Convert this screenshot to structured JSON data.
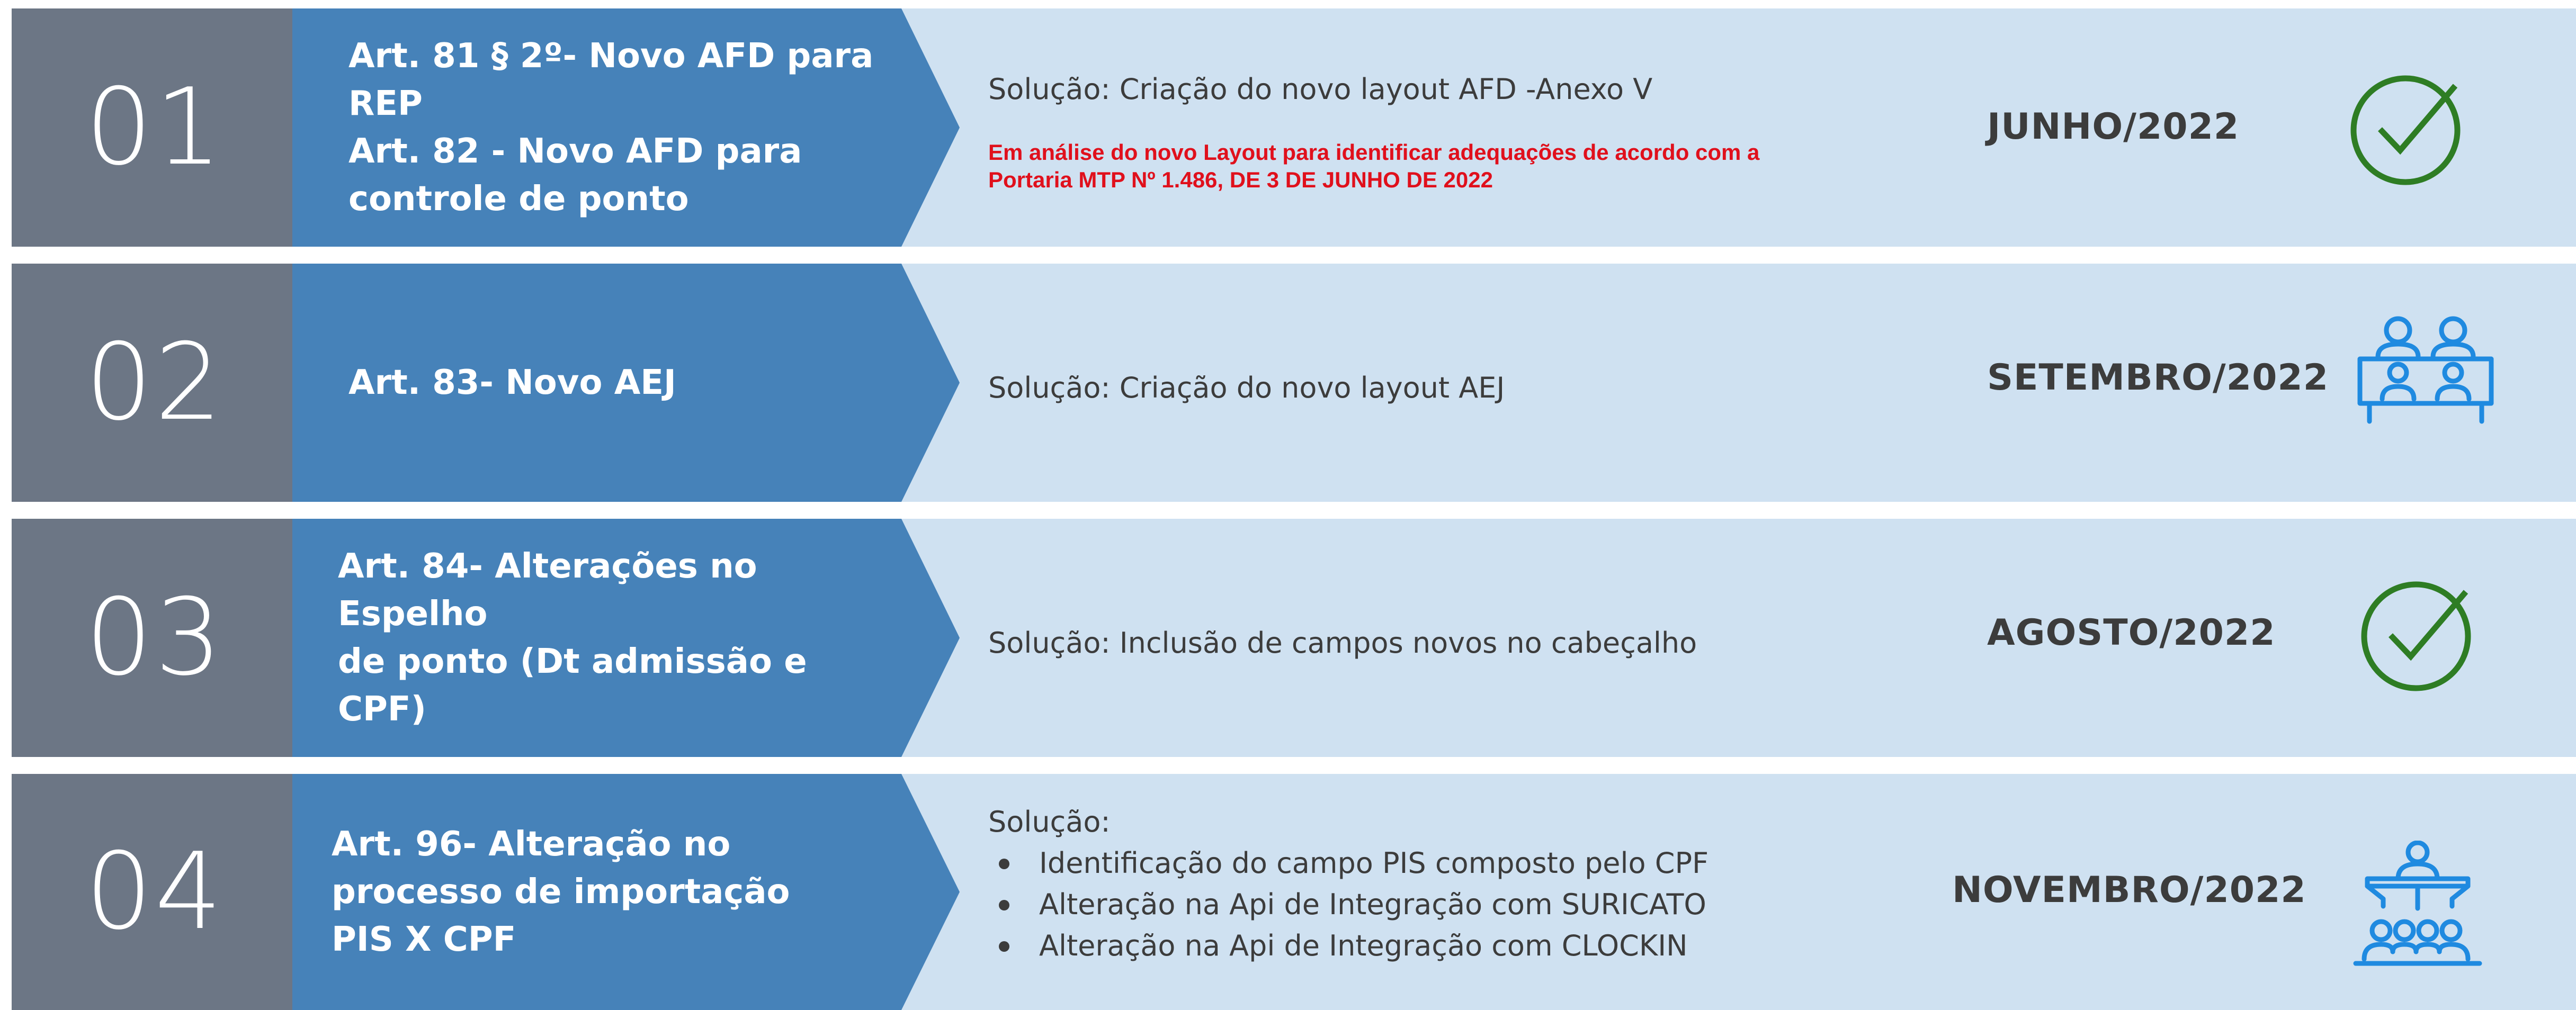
{
  "colors": {
    "number_box": "#6c7685",
    "arrow": "#4682b9",
    "row_background": "#cfe1f1",
    "note_red": "#e0101c",
    "check_green": "#2e7d24",
    "icon_blue": "#1f8ae0"
  },
  "rows": [
    {
      "number": "01",
      "article_lines": [
        "Art. 81  § 2º- Novo AFD para",
        "REP",
        "Art. 82 - Novo AFD para",
        "controle de ponto"
      ],
      "solution": "Solução: Criação do novo layout AFD -Anexo V",
      "note_lines": [
        "Em análise do novo Layout para identificar adequações de acordo com a",
        "Portaria MTP Nº 1.486, DE 3 DE JUNHO DE 2022"
      ],
      "date": "JUNHO/2022",
      "icon": "check-circle-icon"
    },
    {
      "number": "02",
      "article_lines": [
        "Art. 83- Novo AEJ"
      ],
      "solution": "Solução: Criação do novo layout AEJ",
      "date": "SETEMBRO/2022",
      "icon": "meeting-table-icon"
    },
    {
      "number": "03",
      "article_lines": [
        "Art. 84- Alterações no Espelho",
        "de ponto (Dt admissão e CPF)"
      ],
      "solution": "Solução: Inclusão de campos novos no cabeçalho",
      "date": "AGOSTO/2022",
      "icon": "check-circle-icon"
    },
    {
      "number": "04",
      "article_lines": [
        "Art. 96- Alteração no",
        "processo de importação",
        "PIS X CPF"
      ],
      "solution": "Solução:",
      "bullets": [
        "Identificação do campo PIS composto pelo CPF",
        "Alteração na Api de Integração com SURICATO",
        "Alteração na Api de Integração com CLOCKIN"
      ],
      "date": "NOVEMBRO/2022",
      "icon": "presenter-audience-icon"
    }
  ]
}
